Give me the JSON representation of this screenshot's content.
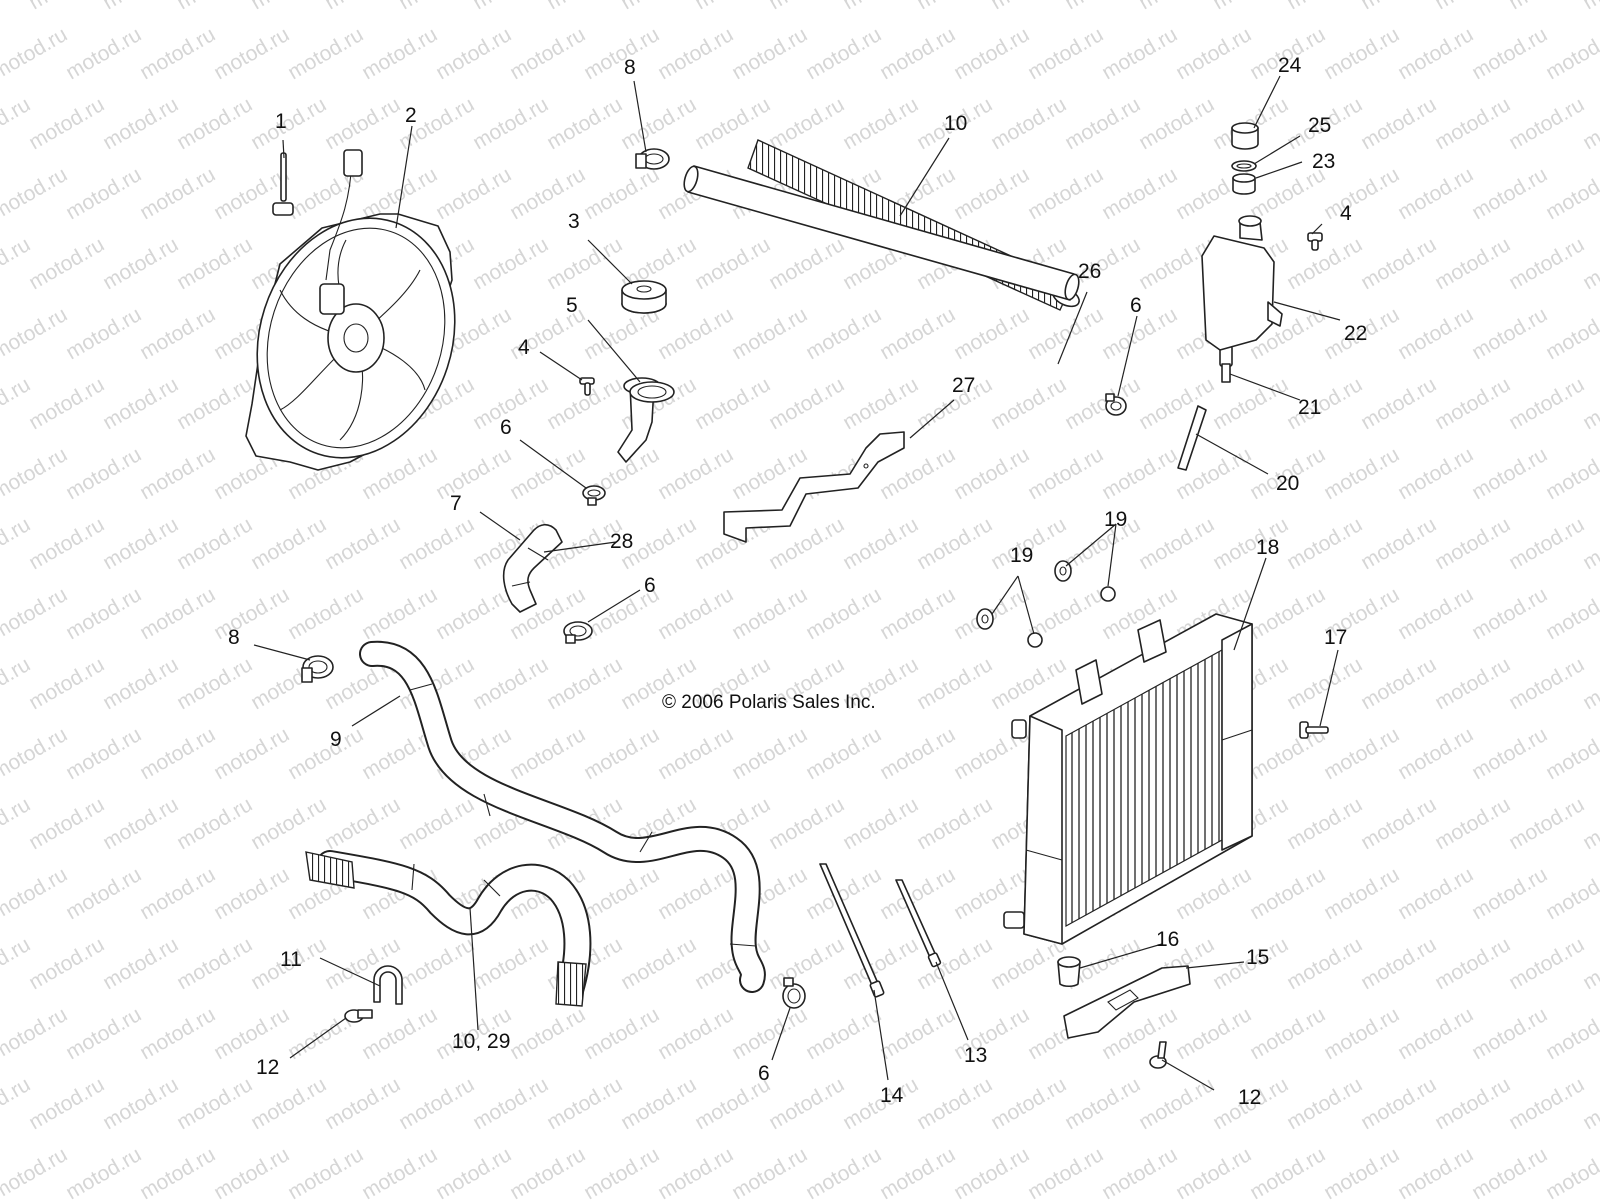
{
  "watermark": "motod.ru",
  "copyright": "© 2006 Polaris Sales Inc.",
  "callouts": [
    {
      "id": "c1",
      "text": "1"
    },
    {
      "id": "c2",
      "text": "2"
    },
    {
      "id": "c3",
      "text": "3"
    },
    {
      "id": "c4a",
      "text": "4"
    },
    {
      "id": "c4b",
      "text": "4"
    },
    {
      "id": "c5",
      "text": "5"
    },
    {
      "id": "c6a",
      "text": "6"
    },
    {
      "id": "c6b",
      "text": "6"
    },
    {
      "id": "c6c",
      "text": "6"
    },
    {
      "id": "c6d",
      "text": "6"
    },
    {
      "id": "c7",
      "text": "7"
    },
    {
      "id": "c8a",
      "text": "8"
    },
    {
      "id": "c8b",
      "text": "8"
    },
    {
      "id": "c9",
      "text": "9"
    },
    {
      "id": "c10a",
      "text": "10"
    },
    {
      "id": "c10b",
      "text": "10, 29"
    },
    {
      "id": "c11",
      "text": "11"
    },
    {
      "id": "c12a",
      "text": "12"
    },
    {
      "id": "c12b",
      "text": "12"
    },
    {
      "id": "c13",
      "text": "13"
    },
    {
      "id": "c14",
      "text": "14"
    },
    {
      "id": "c15",
      "text": "15"
    },
    {
      "id": "c16",
      "text": "16"
    },
    {
      "id": "c17",
      "text": "17"
    },
    {
      "id": "c18",
      "text": "18"
    },
    {
      "id": "c19a",
      "text": "19"
    },
    {
      "id": "c19b",
      "text": "19"
    },
    {
      "id": "c20",
      "text": "20"
    },
    {
      "id": "c21",
      "text": "21"
    },
    {
      "id": "c22",
      "text": "22"
    },
    {
      "id": "c23",
      "text": "23"
    },
    {
      "id": "c24",
      "text": "24"
    },
    {
      "id": "c25",
      "text": "25"
    },
    {
      "id": "c26",
      "text": "26"
    },
    {
      "id": "c27",
      "text": "27"
    },
    {
      "id": "c28",
      "text": "28"
    }
  ]
}
